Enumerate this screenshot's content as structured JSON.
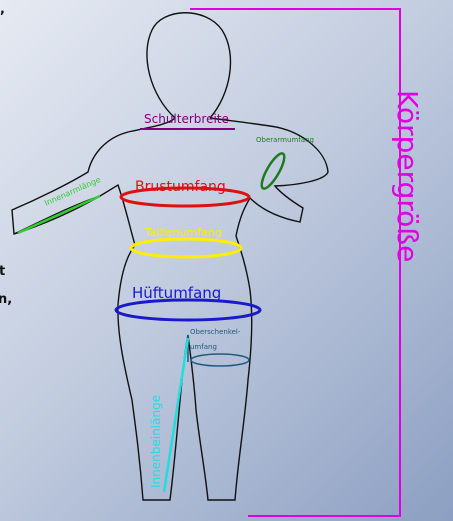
{
  "labels": {
    "height": "Körpergröße",
    "shoulder_width": "Schulterbreite",
    "upper_arm": "Oberarmumfang",
    "inner_arm": "Innenarmlänge",
    "chest": "Brustumfang",
    "waist": "Taillenumfang",
    "hip": "Hüftumfang",
    "thigh_line1": "Oberschenkel-",
    "thigh_line2": "umfang",
    "inseam": "Innenbeinlänge"
  },
  "left_cropped_text": [
    ",",
    "t",
    "n,"
  ],
  "colors": {
    "height": "#e000e0",
    "shoulder_width": "#800080",
    "upper_arm": "#1e7a1e",
    "inner_arm": "#33cc33",
    "chest": "#dd1111",
    "waist": "#ffee00",
    "hip": "#1a1acc",
    "thigh": "#1e5a80",
    "inseam": "#22dddd",
    "outline": "#111111"
  }
}
